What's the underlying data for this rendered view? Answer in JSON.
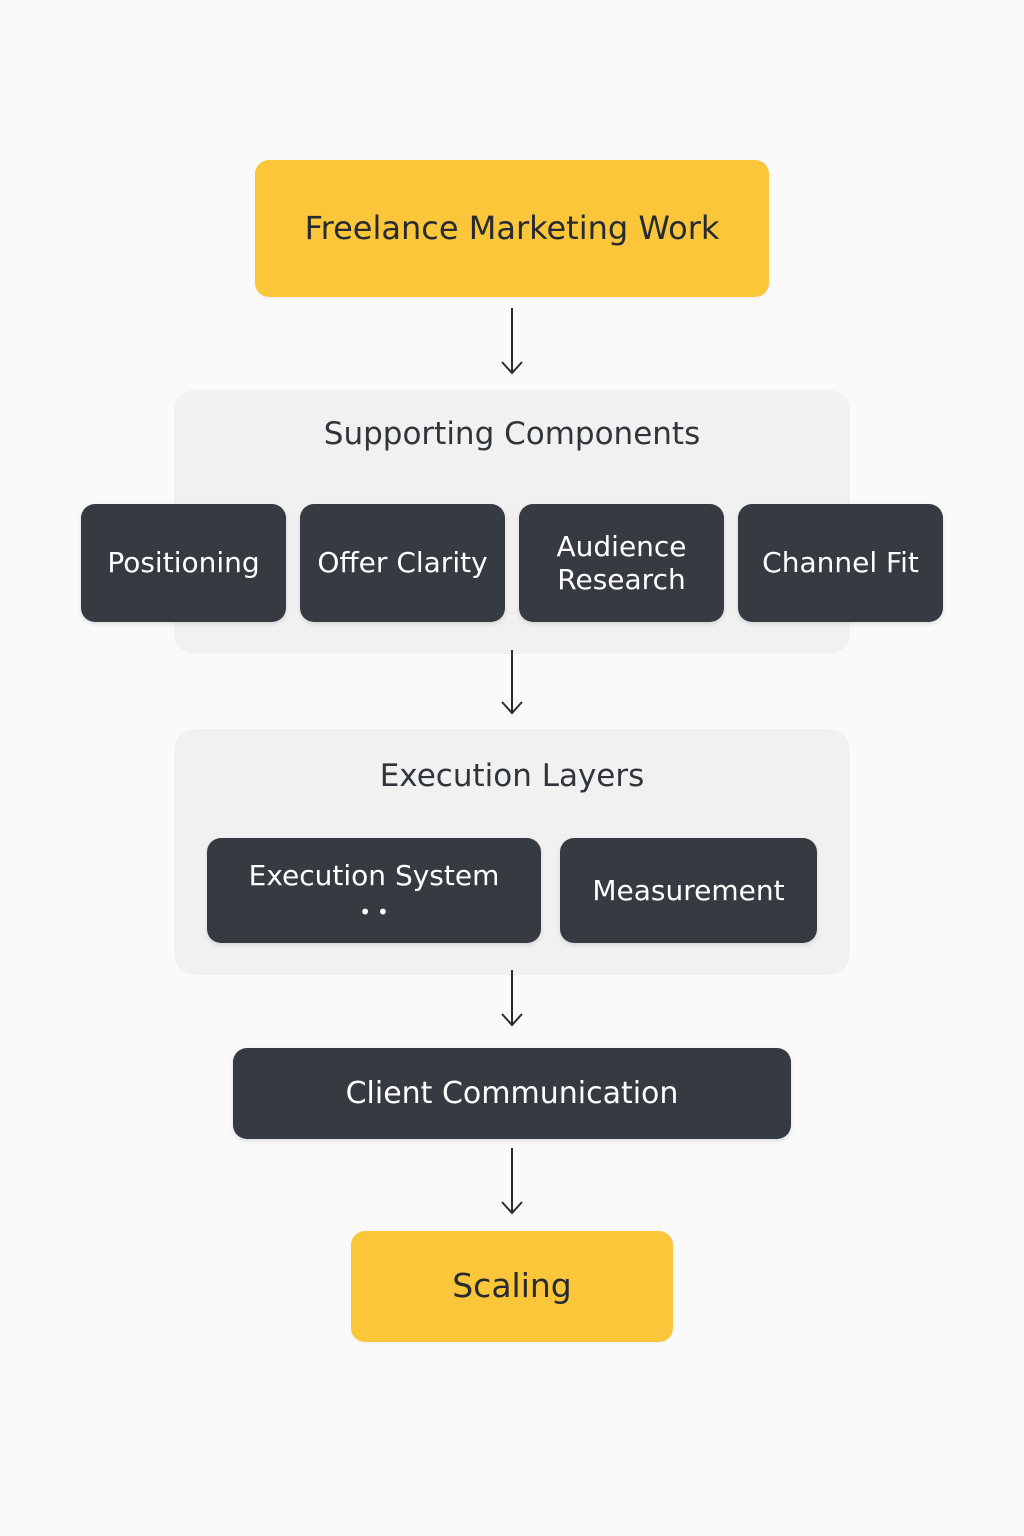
{
  "top_node": {
    "label": "Freelance Marketing Work"
  },
  "supporting_group": {
    "title": "Supporting Components",
    "items": [
      {
        "label": "Positioning"
      },
      {
        "label": "Offer Clarity"
      },
      {
        "label": "Audience Research"
      },
      {
        "label": "Channel Fit"
      }
    ]
  },
  "execution_group": {
    "title": "Execution Layers",
    "items": [
      {
        "label": "Execution System",
        "marker": "••"
      },
      {
        "label": "Measurement"
      }
    ]
  },
  "client_node": {
    "label": "Client Communication"
  },
  "scaling_node": {
    "label": "Scaling"
  },
  "colors": {
    "accent": "#fcc63a",
    "dark_node": "#363a41",
    "group_bg": "#f1f1f1",
    "background": "#fafafa",
    "arrow": "#2b2b2b"
  }
}
